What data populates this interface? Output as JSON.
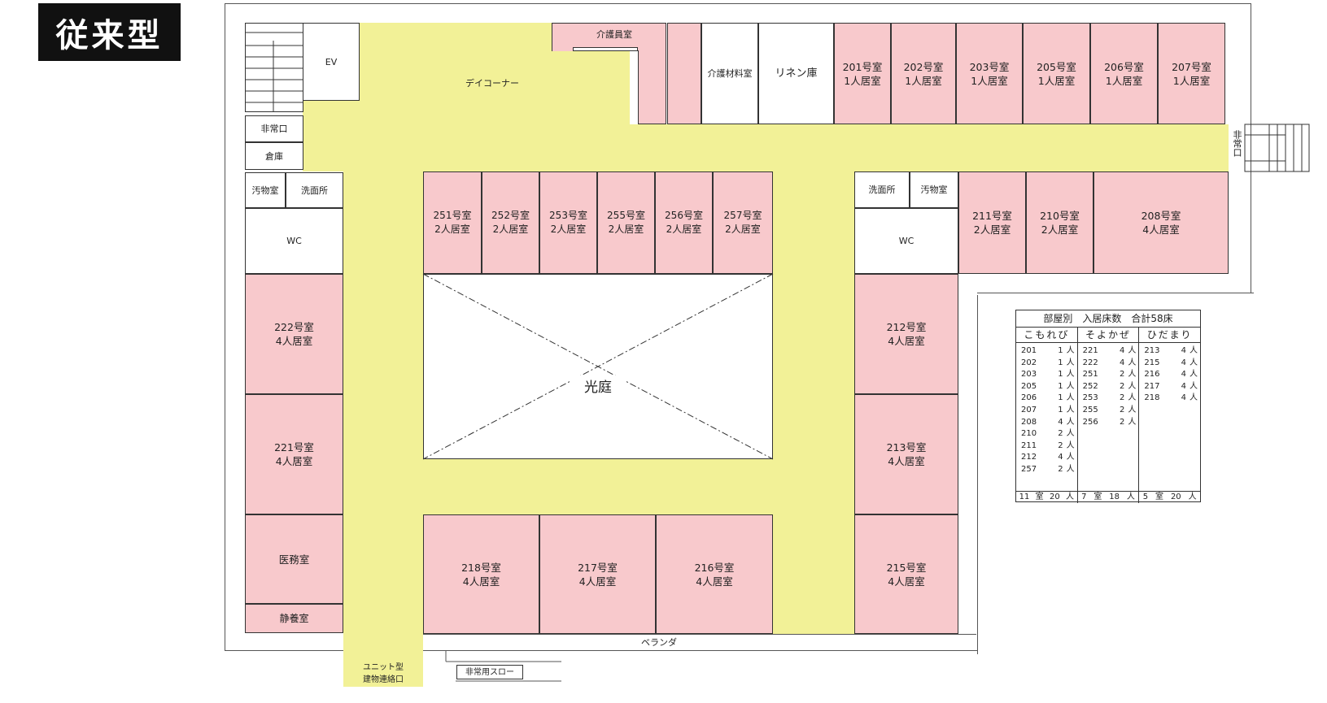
{
  "badge": "従来型",
  "labels": {
    "ev": "EV",
    "emergency_exit_left": "非常口",
    "emergency_exit_right": "非常口",
    "storage": "倉庫",
    "soiled_left": "汚物室",
    "washroom_left": "洗面所",
    "wc_left": "WC",
    "day_corner": "デイコーナー",
    "care_staff": "介護員室",
    "care_materials": "介護材料室",
    "linen": "リネン庫",
    "washroom_right": "洗面所",
    "soiled_right": "汚物室",
    "wc_right": "WC",
    "medical_office": "医務室",
    "rest_room": "静養室",
    "courtyard": "光庭",
    "veranda": "ベランダ",
    "unit_connection_1": "ユニット型",
    "unit_connection_2": "建物連絡口",
    "slope": "非常用スロー"
  },
  "rooms": {
    "r201": {
      "name": "201号室",
      "cap": "1人居室"
    },
    "r202": {
      "name": "202号室",
      "cap": "1人居室"
    },
    "r203": {
      "name": "203号室",
      "cap": "1人居室"
    },
    "r205": {
      "name": "205号室",
      "cap": "1人居室"
    },
    "r206": {
      "name": "206号室",
      "cap": "1人居室"
    },
    "r207": {
      "name": "207号室",
      "cap": "1人居室"
    },
    "r251": {
      "name": "251号室",
      "cap": "2人居室"
    },
    "r252": {
      "name": "252号室",
      "cap": "2人居室"
    },
    "r253": {
      "name": "253号室",
      "cap": "2人居室"
    },
    "r255": {
      "name": "255号室",
      "cap": "2人居室"
    },
    "r256": {
      "name": "256号室",
      "cap": "2人居室"
    },
    "r257": {
      "name": "257号室",
      "cap": "2人居室"
    },
    "r211": {
      "name": "211号室",
      "cap": "2人居室"
    },
    "r210": {
      "name": "210号室",
      "cap": "2人居室"
    },
    "r208": {
      "name": "208号室",
      "cap": "4人居室"
    },
    "r222": {
      "name": "222号室",
      "cap": "4人居室"
    },
    "r221": {
      "name": "221号室",
      "cap": "4人居室"
    },
    "r212": {
      "name": "212号室",
      "cap": "4人居室"
    },
    "r213": {
      "name": "213号室",
      "cap": "4人居室"
    },
    "r218": {
      "name": "218号室",
      "cap": "4人居室"
    },
    "r217": {
      "name": "217号室",
      "cap": "4人居室"
    },
    "r216": {
      "name": "216号室",
      "cap": "4人居室"
    },
    "r215": {
      "name": "215号室",
      "cap": "4人居室"
    }
  },
  "table": {
    "title": "部屋別　入居床数　合計58床",
    "unit_label": "人",
    "units": [
      {
        "name": "こもれび",
        "rows": [
          {
            "room": "201",
            "count": "1"
          },
          {
            "room": "202",
            "count": "1"
          },
          {
            "room": "203",
            "count": "1"
          },
          {
            "room": "205",
            "count": "1"
          },
          {
            "room": "206",
            "count": "1"
          },
          {
            "room": "207",
            "count": "1"
          },
          {
            "room": "208",
            "count": "4"
          },
          {
            "room": "210",
            "count": "2"
          },
          {
            "room": "211",
            "count": "2"
          },
          {
            "room": "212",
            "count": "4"
          },
          {
            "room": "257",
            "count": "2"
          }
        ],
        "total_rooms": "11",
        "total_people": "20"
      },
      {
        "name": "そよかぜ",
        "rows": [
          {
            "room": "221",
            "count": "4"
          },
          {
            "room": "222",
            "count": "4"
          },
          {
            "room": "251",
            "count": "2"
          },
          {
            "room": "252",
            "count": "2"
          },
          {
            "room": "253",
            "count": "2"
          },
          {
            "room": "255",
            "count": "2"
          },
          {
            "room": "256",
            "count": "2"
          }
        ],
        "total_rooms": "7",
        "total_people": "18"
      },
      {
        "name": "ひだまり",
        "rows": [
          {
            "room": "213",
            "count": "4"
          },
          {
            "room": "215",
            "count": "4"
          },
          {
            "room": "216",
            "count": "4"
          },
          {
            "room": "217",
            "count": "4"
          },
          {
            "room": "218",
            "count": "4"
          }
        ],
        "total_rooms": "5",
        "total_people": "20"
      }
    ],
    "room_word": "室",
    "people_word": "人"
  }
}
